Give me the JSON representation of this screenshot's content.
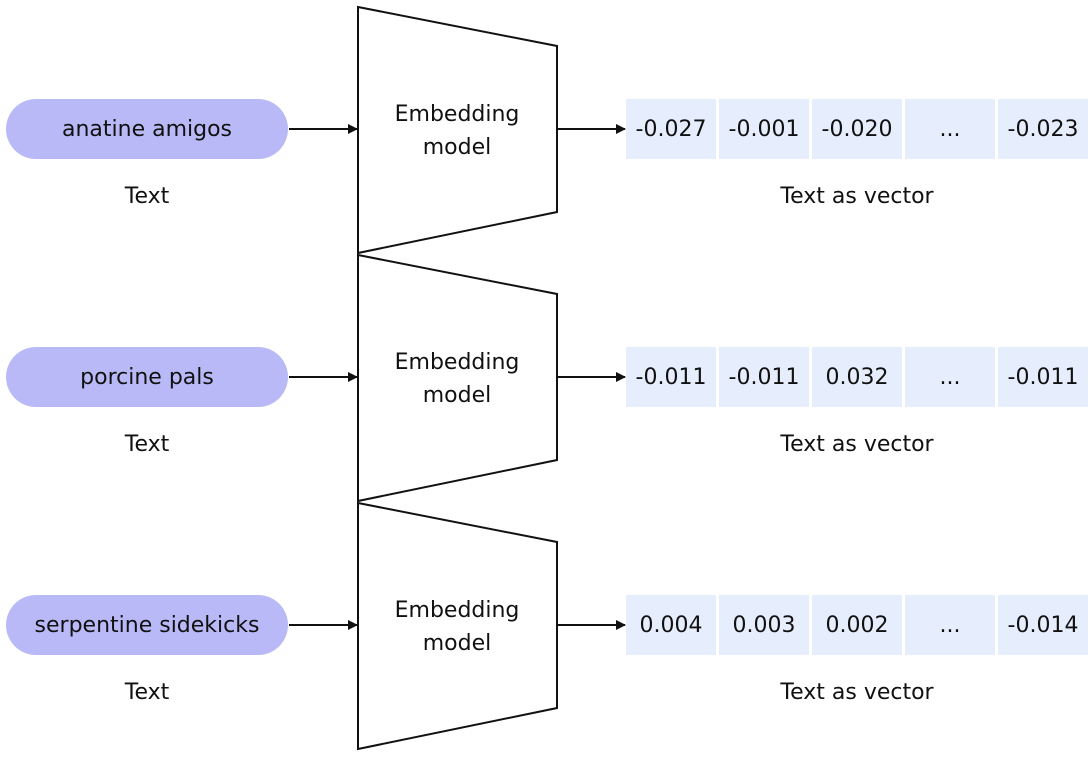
{
  "colors": {
    "pill_fill": "#b9b9f7",
    "vector_cell_fill": "#e6edfc",
    "stroke": "#111111",
    "background": "#ffffff"
  },
  "rows": [
    {
      "input_text": "anatine amigos",
      "text_caption": "Text",
      "model_label_line1": "Embedding",
      "model_label_line2": "model",
      "vector": [
        "-0.027",
        "-0.001",
        "-0.020",
        "...",
        "-0.023"
      ],
      "vector_caption": "Text as vector"
    },
    {
      "input_text": "porcine pals",
      "text_caption": "Text",
      "model_label_line1": "Embedding",
      "model_label_line2": "model",
      "vector": [
        "-0.011",
        "-0.011",
        "0.032",
        "...",
        "-0.011"
      ],
      "vector_caption": "Text as vector"
    },
    {
      "input_text": "serpentine sidekicks",
      "text_caption": "Text",
      "model_label_line1": "Embedding",
      "model_label_line2": "model",
      "vector": [
        "0.004",
        "0.003",
        "0.002",
        "...",
        "-0.014"
      ],
      "vector_caption": "Text as vector"
    }
  ]
}
